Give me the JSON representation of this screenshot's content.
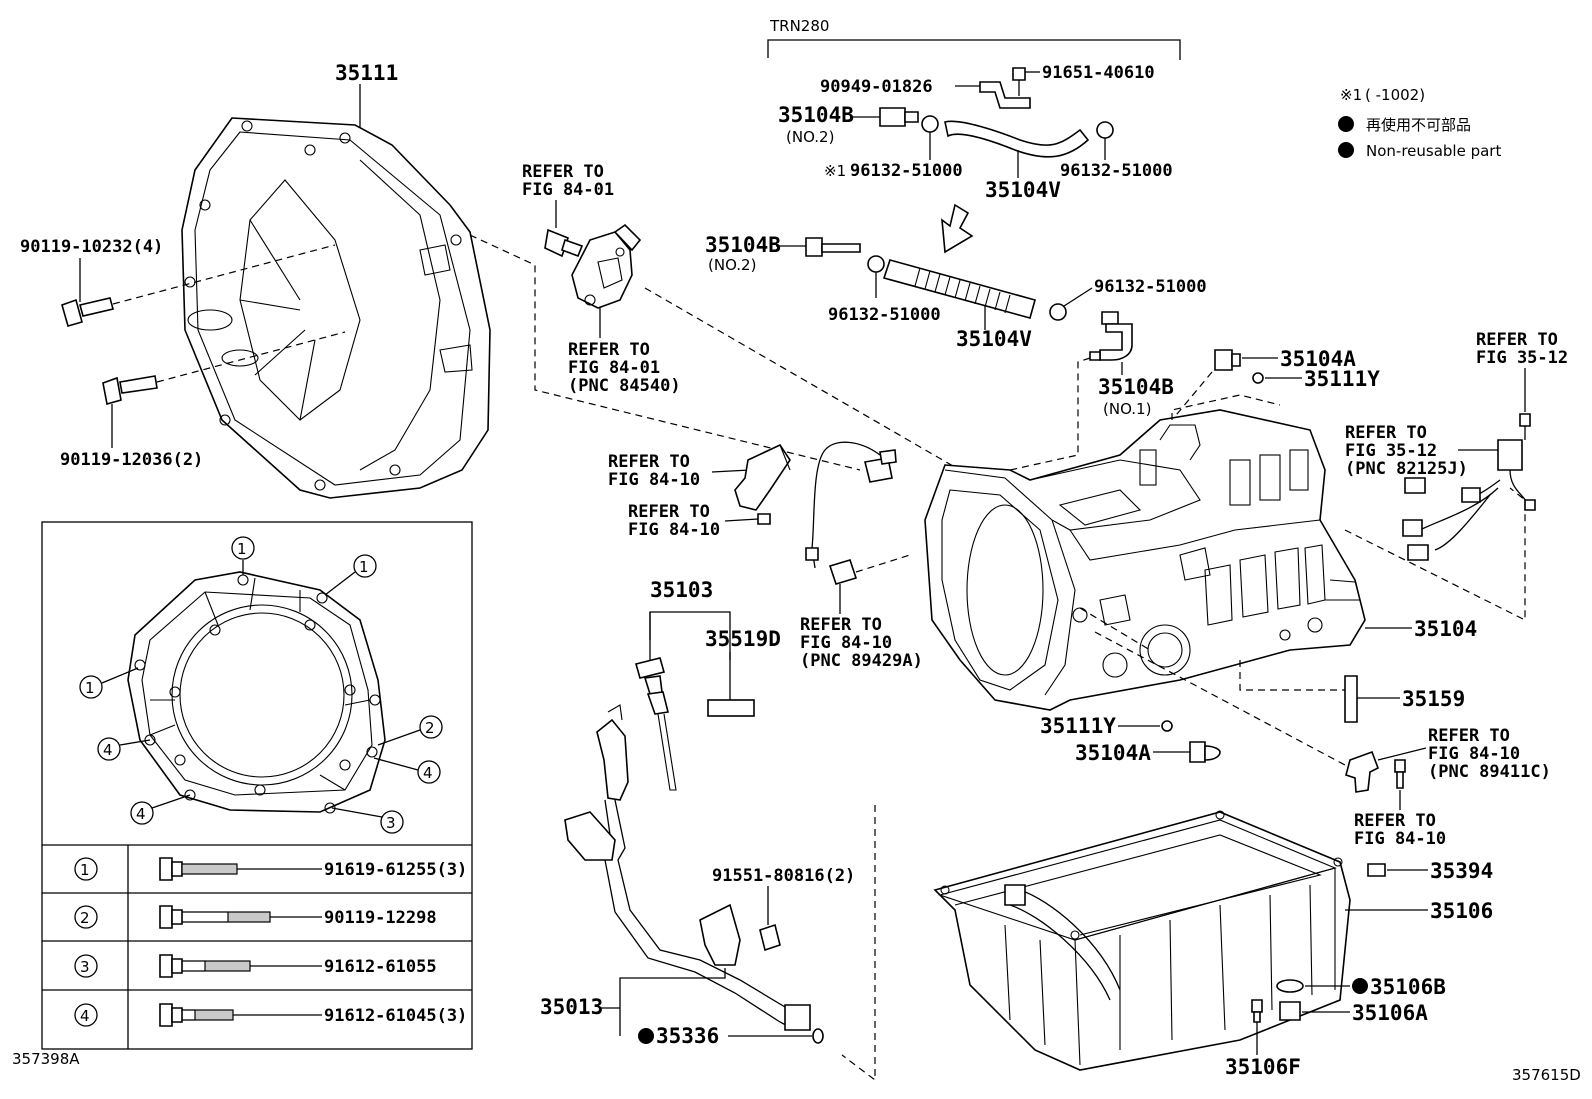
{
  "labels": {
    "trn280": "TRN280",
    "p35111": "35111",
    "p90119_10232": "90119-10232(4)",
    "p90119_12036": "90119-12036(2)",
    "p90949": "90949-01826",
    "p91651": "91651-40610",
    "p35104B_top": "35104B",
    "no2_top": "(NO.2)",
    "p96132_a": "96132-51000",
    "p96132_b": "96132-51000",
    "p35104V_top": "35104V",
    "mark1_star": "※1",
    "p35104B_mid": "35104B",
    "no2_mid": "(NO.2)",
    "p96132_c": "96132-51000",
    "p96132_d": "96132-51000",
    "p35104V_mid": "35104V",
    "p35104A_top": "35104A",
    "p35111Y_top": "35111Y",
    "p35104B_no1": "35104B",
    "no1": "(NO.1)",
    "refer_84_01_a_1": "REFER TO",
    "refer_84_01_a_2": "FIG 84-01",
    "refer_84_01_b_1": "REFER TO",
    "refer_84_01_b_2": "FIG 84-01",
    "refer_84_01_b_3": "(PNC 84540)",
    "refer_84_10_a_1": "REFER TO",
    "refer_84_10_a_2": "FIG 84-10",
    "refer_84_10_b_1": "REFER TO",
    "refer_84_10_b_2": "FIG 84-10",
    "refer_84_10_c_1": "REFER TO",
    "refer_84_10_c_2": "FIG 84-10",
    "refer_84_10_c_3": "(PNC 89429A)",
    "refer_35_12_a_1": "REFER TO",
    "refer_35_12_a_2": "FIG 35-12",
    "refer_35_12_b_1": "REFER TO",
    "refer_35_12_b_2": "FIG 35-12",
    "refer_35_12_b_3": "(PNC 82125J)",
    "refer_84_10_d_1": "REFER TO",
    "refer_84_10_d_2": "FIG 84-10",
    "refer_84_10_d_3": "(PNC 89411C)",
    "refer_84_10_e_1": "REFER TO",
    "refer_84_10_e_2": "FIG 84-10",
    "p35103": "35103",
    "p35519D": "35519D",
    "p35104": "35104",
    "p35159": "35159",
    "p35111Y_bot": "35111Y",
    "p35104A_bot": "35104A",
    "p91551": "91551-80816(2)",
    "p35013": "35013",
    "p35336": "35336",
    "p35394": "35394",
    "p35106": "35106",
    "p35106B": "35106B",
    "p35106A": "35106A",
    "p35106F": "35106F",
    "fig_left": "357398A",
    "fig_right": "357615D"
  },
  "legend": {
    "mark": "※1",
    "range": "(    -1002)",
    "nonreuse_jp": "再使用不可部品",
    "nonreuse_en": "Non-reusable part"
  },
  "inset_table": [
    {
      "key": "1",
      "part": "91619-61255(3)"
    },
    {
      "key": "2",
      "part": "90119-12298"
    },
    {
      "key": "3",
      "part": "91612-61055"
    },
    {
      "key": "4",
      "part": "91612-61045(3)"
    }
  ],
  "inset_callouts": [
    "1",
    "1",
    "1",
    "2",
    "3",
    "4",
    "4",
    "4"
  ]
}
